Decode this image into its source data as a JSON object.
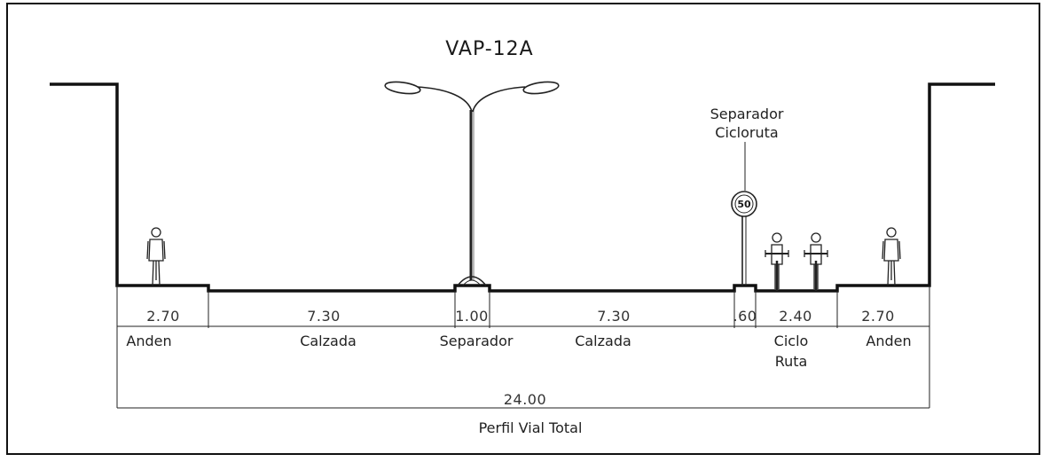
{
  "title": "VAP-12A",
  "sign_text": "Separador\nCicloruta",
  "speed_sign": "50",
  "segments": [
    {
      "width": "2.70",
      "label": "Anden"
    },
    {
      "width": "7.30",
      "label": "Calzada"
    },
    {
      "width": "1.00",
      "label": "Separador"
    },
    {
      "width": "7.30",
      "label": "Calzada"
    },
    {
      "width": ".60",
      "label": ""
    },
    {
      "width": "2.40",
      "label": "Ciclo\nRuta"
    },
    {
      "width": "2.70",
      "label": "Anden"
    }
  ],
  "total": {
    "width": "24.00",
    "label": "Perfil Vial Total"
  }
}
